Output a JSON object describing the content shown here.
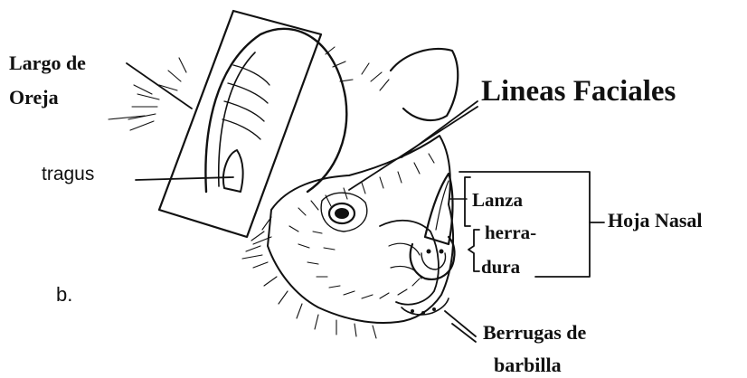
{
  "labels": {
    "largo_de_oreja_line1": "Largo de",
    "largo_de_oreja_line2": "Oreja",
    "tragus": "tragus",
    "lineas_faciales": "Lineas Faciales",
    "lanza": "Lanza",
    "herradura_line1": "herra-",
    "herradura_line2": "dura",
    "hoja_nasal": "Hoja Nasal",
    "berrugas_line1": "Berrugas de",
    "berrugas_line2": "barbilla",
    "panel_letter": "b."
  },
  "colors": {
    "ink": "#111111",
    "background": "#ffffff"
  },
  "icons": {
    "subject": "bat-head-illustration"
  }
}
